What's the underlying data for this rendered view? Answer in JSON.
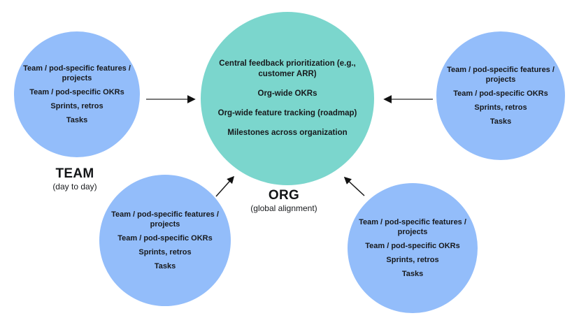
{
  "org_circle": {
    "label": "ORG",
    "sublabel": "(global alignment)",
    "color": "#7bd6cd",
    "items": [
      "Central feedback prioritization (e.g., customer ARR)",
      "Org-wide OKRs",
      "Org-wide feature tracking (roadmap)",
      "Milestones across organization"
    ]
  },
  "team_circle": {
    "label": "TEAM",
    "sublabel": "(day to day)",
    "color": "#93bdfa",
    "items": [
      "Team / pod-specific features / projects",
      "Team / pod-specific OKRs",
      "Sprints, retros",
      "Tasks"
    ]
  },
  "arrow_color": "#666666",
  "arrowhead_color": "#111111",
  "text_color": "#17191c"
}
